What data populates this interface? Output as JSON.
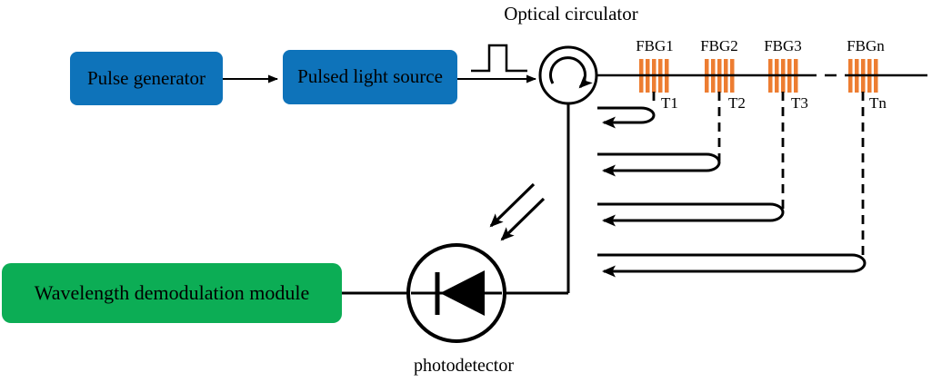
{
  "colors": {
    "background": "#ffffff",
    "box_blue": "#0e73ba",
    "box_green": "#0cad55",
    "fbg_orange": "#ed7d31",
    "line": "#000000",
    "text": "#000000"
  },
  "blocks": {
    "pulse_generator": "Pulse generator",
    "pulsed_light_source": "Pulsed light source",
    "wavelength_demodulation_module": "Wavelength demodulation module"
  },
  "labels": {
    "optical_circulator": "Optical circulator",
    "photodetector": "photodetector"
  },
  "fbg_sensors": [
    {
      "label": "FBG1",
      "temperature": "T1"
    },
    {
      "label": "FBG2",
      "temperature": "T2"
    },
    {
      "label": "FBG3",
      "temperature": "T3"
    },
    {
      "label": "FBGn",
      "temperature": "Tn"
    }
  ]
}
